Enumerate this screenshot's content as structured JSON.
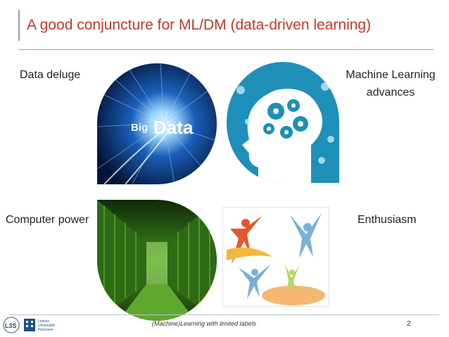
{
  "slide": {
    "title": "A good conjuncture for ML/DM (data-driven learning)",
    "quadrants": {
      "top_left_label": "Data deluge",
      "top_right_label_line1": "Machine Learning",
      "top_right_label_line2": "advances",
      "bottom_left_label": "Computer power",
      "bottom_right_label": "Enthusiasm"
    },
    "big_data_text_1": "Big",
    "big_data_text_2": "Data",
    "footer": {
      "text": "(Machine)Learning with limited labels",
      "page_number": "2",
      "logo_text": "L3S",
      "institution_line1": "Leibniz",
      "institution_line2": "Universität",
      "institution_line3": "Hannover"
    }
  },
  "colors": {
    "title": "#c0392b",
    "rule": "#8fa2b8",
    "brain_bg": "#1e8fb8",
    "server_green": "#3e8a1e"
  },
  "icons": [
    "big-data-image",
    "brain-gears-image",
    "server-room-image",
    "enthusiasm-figures-image"
  ]
}
